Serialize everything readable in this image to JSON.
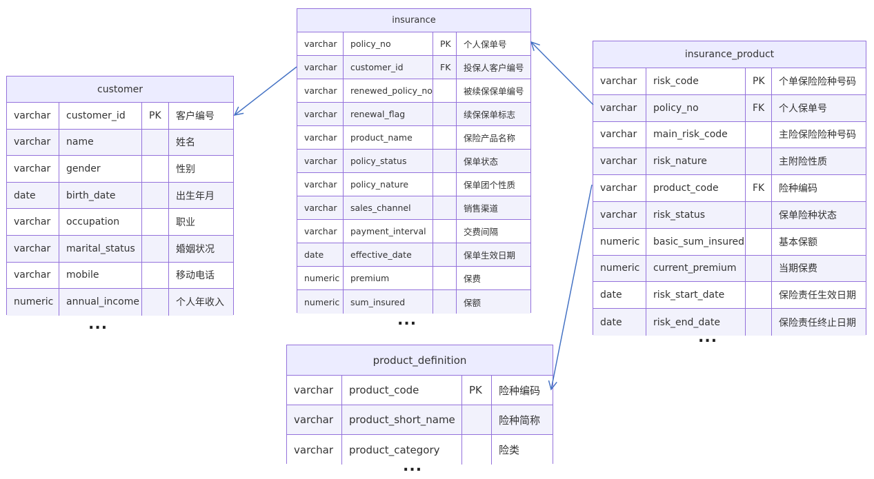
{
  "entities": [
    {
      "name": "customer",
      "more": "...",
      "columns": [
        {
          "type": "varchar",
          "name": "customer_id",
          "key": "PK",
          "comment": "客户编号"
        },
        {
          "type": "varchar",
          "name": "name",
          "key": "",
          "comment": "姓名"
        },
        {
          "type": "varchar",
          "name": "gender",
          "key": "",
          "comment": "性别"
        },
        {
          "type": "date",
          "name": "birth_date",
          "key": "",
          "comment": "出生年月"
        },
        {
          "type": "varchar",
          "name": "occupation",
          "key": "",
          "comment": "职业"
        },
        {
          "type": "varchar",
          "name": "marital_status",
          "key": "",
          "comment": "婚姻状况"
        },
        {
          "type": "varchar",
          "name": "mobile",
          "key": "",
          "comment": "移动电话"
        },
        {
          "type": "numeric",
          "name": "annual_income",
          "key": "",
          "comment": "个人年收入"
        }
      ]
    },
    {
      "name": "insurance",
      "more": "...",
      "columns": [
        {
          "type": "varchar",
          "name": "policy_no",
          "key": "PK",
          "comment": "个人保单号"
        },
        {
          "type": "varchar",
          "name": "customer_id",
          "key": "FK",
          "comment": "投保人客户编号"
        },
        {
          "type": "varchar",
          "name": "renewed_policy_no",
          "key": "",
          "comment": "被续保保单编号"
        },
        {
          "type": "varchar",
          "name": "renewal_flag",
          "key": "",
          "comment": "续保保单标志"
        },
        {
          "type": "varchar",
          "name": "product_name",
          "key": "",
          "comment": "保险产品名称"
        },
        {
          "type": "varchar",
          "name": "policy_status",
          "key": "",
          "comment": "保单状态"
        },
        {
          "type": "varchar",
          "name": "policy_nature",
          "key": "",
          "comment": "保单团个性质"
        },
        {
          "type": "varchar",
          "name": "sales_channel",
          "key": "",
          "comment": "销售渠道"
        },
        {
          "type": "varchar",
          "name": "payment_interval",
          "key": "",
          "comment": "交费间隔"
        },
        {
          "type": "date",
          "name": "effective_date",
          "key": "",
          "comment": "保单生效日期"
        },
        {
          "type": "numeric",
          "name": "premium",
          "key": "",
          "comment": "保费"
        },
        {
          "type": "numeric",
          "name": "sum_insured",
          "key": "",
          "comment": "保额"
        }
      ]
    },
    {
      "name": "insurance_product",
      "more": "...",
      "columns": [
        {
          "type": "varchar",
          "name": "risk_code",
          "key": "PK",
          "comment": "个单保险险种号码"
        },
        {
          "type": "varchar",
          "name": "policy_no",
          "key": "FK",
          "comment": "个人保单号"
        },
        {
          "type": "varchar",
          "name": "main_risk_code",
          "key": "",
          "comment": "主险保险险种号码"
        },
        {
          "type": "varchar",
          "name": "risk_nature",
          "key": "",
          "comment": "主附险性质"
        },
        {
          "type": "varchar",
          "name": "product_code",
          "key": "FK",
          "comment": "险种编码"
        },
        {
          "type": "varchar",
          "name": "risk_status",
          "key": "",
          "comment": "保单险种状态"
        },
        {
          "type": "numeric",
          "name": "basic_sum_insured",
          "key": "",
          "comment": "基本保额"
        },
        {
          "type": "numeric",
          "name": "current_premium",
          "key": "",
          "comment": "当期保费"
        },
        {
          "type": "date",
          "name": "risk_start_date",
          "key": "",
          "comment": "保险责任生效日期"
        },
        {
          "type": "date",
          "name": "risk_end_date",
          "key": "",
          "comment": "保险责任终止日期"
        }
      ]
    },
    {
      "name": "product_definition",
      "more": "...",
      "columns": [
        {
          "type": "varchar",
          "name": "product_code",
          "key": "PK",
          "comment": "险种编码"
        },
        {
          "type": "varchar",
          "name": "product_short_name",
          "key": "",
          "comment": "险种简称"
        },
        {
          "type": "varchar",
          "name": "product_category",
          "key": "",
          "comment": "险类"
        }
      ]
    }
  ],
  "colors": {
    "border": "#9370DB",
    "header_fill": "#ECECFF",
    "row_alt": "#f2f2fc",
    "row": "#ffffff",
    "relation_line": "#4472C4",
    "text": "#333333"
  }
}
